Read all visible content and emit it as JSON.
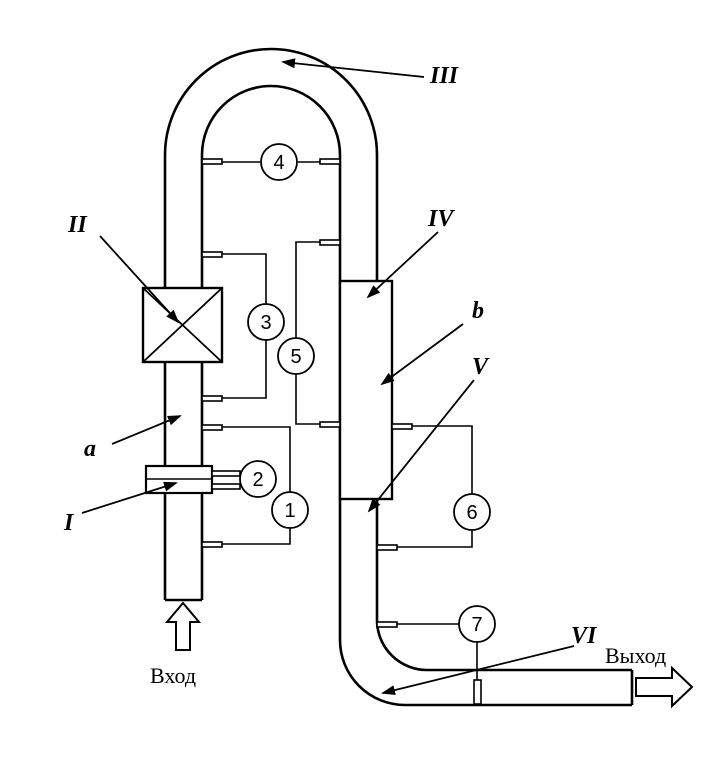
{
  "labels": {
    "roman": {
      "I": "I",
      "II": "II",
      "III": "III",
      "IV": "IV",
      "V": "V",
      "VI": "VI"
    },
    "letters": {
      "a": "a",
      "b": "b"
    },
    "instruments": [
      "1",
      "2",
      "3",
      "4",
      "5",
      "6",
      "7"
    ],
    "inlet": "Вход",
    "outlet": "Выход"
  }
}
